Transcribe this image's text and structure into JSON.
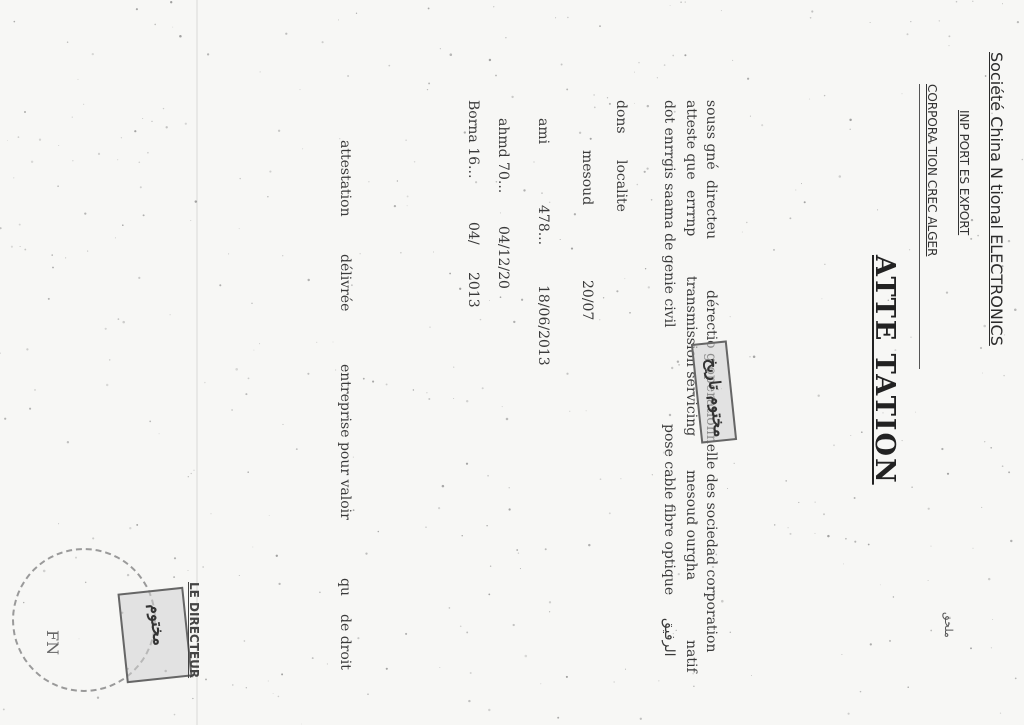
{
  "document": {
    "header": {
      "company": "Société China N tional ELECTRONICS",
      "line2": "INP PORT ES EXPORT",
      "line3": "CORPORA TION CREC ALGER"
    },
    "reference": "ملحق",
    "title": "ATTE TATION",
    "body": {
      "line1": [
        "souss gné",
        "directeu",
        "dérectio g opérationnelle des sociedad corporation"
      ],
      "line2": [
        "atteste que",
        "errrnp",
        "transmission servicing",
        "mesoud ourgha",
        "natif"
      ],
      "line3": [
        "dot enrrgis saama de genie civil",
        "pose cable fibre optique",
        "الرفيق"
      ],
      "line4": [
        "dons",
        "localite"
      ],
      "line5": [
        "mesoud",
        "20/07"
      ],
      "line6": [
        "ami",
        "478...",
        "18/06/2013"
      ],
      "line7": [
        "ahmd 70...",
        "04/12/20"
      ],
      "line8": [
        "Borna 16...",
        "04/",
        "2013"
      ],
      "line9": [
        "attestation",
        "délivrée",
        "entreprise pour valoir",
        "qu",
        "de droit"
      ]
    },
    "signature": {
      "title": "LE DIRECTEUR",
      "initials": "FN"
    },
    "stamp_primary": {
      "text": "مختوم تاريخ"
    },
    "stamp_secondary": {
      "text": "مختوم"
    }
  }
}
